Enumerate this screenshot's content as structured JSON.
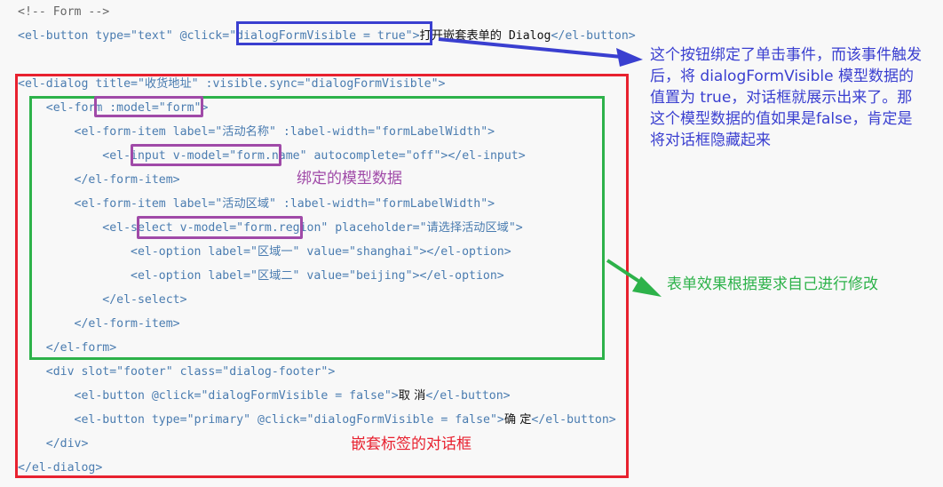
{
  "code": {
    "lines": [
      {
        "indent": "",
        "parts": [
          {
            "t": "<!-- Form -->",
            "cls": "comment"
          }
        ]
      },
      {
        "indent": "",
        "parts": [
          {
            "t": "<el-button type=\"text\" @click="
          },
          {
            "t": "\"dialogFormVisible = true\""
          },
          {
            "t": ">"
          },
          {
            "t": "打开嵌套表单的",
            "cls": "black cjk"
          },
          {
            "t": " Dialog",
            "cls": "black"
          },
          {
            "t": "</el-button>"
          }
        ]
      },
      {
        "indent": "",
        "parts": [
          {
            "t": "<el-dialog title=\""
          },
          {
            "t": "收货地址",
            "cls": "cjk"
          },
          {
            "t": "\" :visible.sync=\"dialogFormVisible\">"
          }
        ]
      },
      {
        "indent": "  ",
        "parts": [
          {
            "t": "<el-form "
          },
          {
            "t": ":model=\"form\">"
          }
        ]
      },
      {
        "indent": "    ",
        "parts": [
          {
            "t": "<el-form-item label=\""
          },
          {
            "t": "活动名称",
            "cls": "cjk"
          },
          {
            "t": "\" :label-width=\"formLabelWidth\">"
          }
        ]
      },
      {
        "indent": "      ",
        "parts": [
          {
            "t": "<el-input "
          },
          {
            "t": "v-model=\"form.name\" "
          },
          {
            "t": "autocomplete=\"off\"></el-input>"
          }
        ]
      },
      {
        "indent": "    ",
        "parts": [
          {
            "t": "</el-form-item>"
          }
        ]
      },
      {
        "indent": "    ",
        "parts": [
          {
            "t": "<el-form-item label=\""
          },
          {
            "t": "活动区域",
            "cls": "cjk"
          },
          {
            "t": "\" :label-width=\"formLabelWidth\">"
          }
        ]
      },
      {
        "indent": "      ",
        "parts": [
          {
            "t": "<el-select "
          },
          {
            "t": "v-model=\"form.region\" "
          },
          {
            "t": "placeholder=\""
          },
          {
            "t": "请选择活动区域",
            "cls": "cjk"
          },
          {
            "t": "\">"
          }
        ]
      },
      {
        "indent": "        ",
        "parts": [
          {
            "t": "<el-option label=\""
          },
          {
            "t": "区域一",
            "cls": "cjk"
          },
          {
            "t": "\" value=\"shanghai\"></el-option>"
          }
        ]
      },
      {
        "indent": "        ",
        "parts": [
          {
            "t": "<el-option label=\""
          },
          {
            "t": "区域二",
            "cls": "cjk"
          },
          {
            "t": "\" value=\"beijing\"></el-option>"
          }
        ]
      },
      {
        "indent": "      ",
        "parts": [
          {
            "t": "</el-select>"
          }
        ]
      },
      {
        "indent": "    ",
        "parts": [
          {
            "t": "</el-form-item>"
          }
        ]
      },
      {
        "indent": "  ",
        "parts": [
          {
            "t": "</el-form>"
          }
        ]
      },
      {
        "indent": "  ",
        "parts": [
          {
            "t": "<div slot=\"footer\" class=\"dialog-footer\">"
          }
        ]
      },
      {
        "indent": "    ",
        "parts": [
          {
            "t": "<el-button @click=\"dialogFormVisible = false\">"
          },
          {
            "t": "取 消",
            "cls": "black cjk"
          },
          {
            "t": "</el-button>"
          }
        ]
      },
      {
        "indent": "    ",
        "parts": [
          {
            "t": "<el-button type=\"primary\" @click=\"dialogFormVisible = false\">"
          },
          {
            "t": "确 定",
            "cls": "black cjk"
          },
          {
            "t": "</el-button>"
          }
        ]
      },
      {
        "indent": "  ",
        "parts": [
          {
            "t": "</div>"
          }
        ]
      },
      {
        "indent": "",
        "parts": [
          {
            "t": "</el-dialog>"
          }
        ]
      }
    ]
  },
  "annotations": {
    "button_note": "这个按钮绑定了单击事件，而该事件触发后，将 dialogFormVisible 模型数据的值置为 true，对话框就展示出来了。那这个模型数据的值如果是false，肯定是将对话框隐藏起来",
    "button_note_lines": [
      "这个按钮绑定了单击事件，而该事件触发",
      "后，将 dialogFormVisible 模型数据的",
      "值置为 true，对话框就展示出来了。那",
      "这个模型数据的值如果是false，肯定是",
      "将对话框隐藏起来"
    ],
    "model_note": "绑定的模型数据",
    "form_note": "表单效果根据要求自己进行修改",
    "dialog_note": "嵌套标签的对话框"
  },
  "colors": {
    "code": "#4a7cb0",
    "comment": "#666666",
    "background": "#f8f8f8",
    "red_box": "#e8212f",
    "green_box": "#2db24a",
    "blue_box": "#3a3fd0",
    "purple_box": "#a04aa8"
  }
}
